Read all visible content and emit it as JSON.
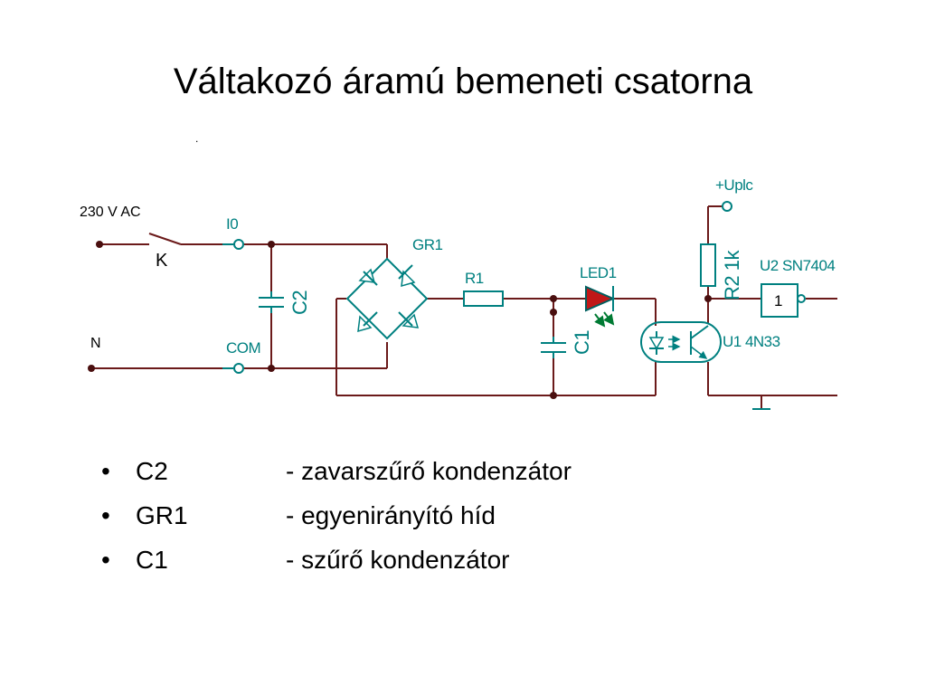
{
  "slide": {
    "title": "Váltakozó áramú bemeneti csatorna",
    "dot": "."
  },
  "diagram": {
    "labels": {
      "supply": "230 V AC",
      "switch": "K",
      "neutral": "N",
      "input": "I0",
      "common": "COM",
      "c2": "C2",
      "gr1": "GR1",
      "r1": "R1",
      "led": "LED1",
      "c1": "C1",
      "vcc": "+Uplc",
      "r2": "R2 1k",
      "u2": "U2 SN7404",
      "u2_gate": "1",
      "u1": "U1 4N33"
    },
    "colors": {
      "wire": "#6b1a1a",
      "component": "#008080",
      "led_fill": "#c01818",
      "led_rays": "#007a33"
    }
  },
  "bullets": [
    {
      "marker": "•",
      "name": "C2",
      "desc": "- zavarszűrő kondenzátor"
    },
    {
      "marker": "•",
      "name": "GR1",
      "desc": "- egyenirányító híd"
    },
    {
      "marker": "•",
      "name": "C1",
      "desc": "- szűrő kondenzátor"
    }
  ]
}
